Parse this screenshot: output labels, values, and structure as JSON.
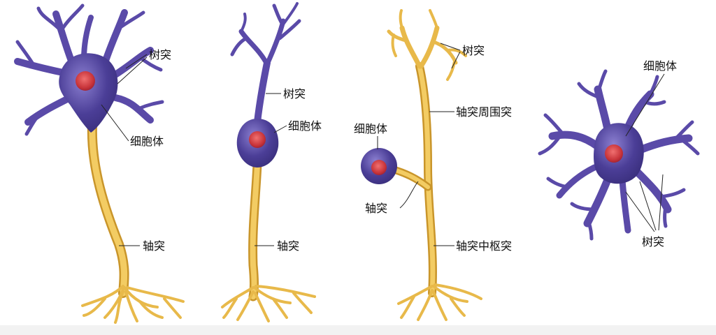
{
  "colors": {
    "cell_body": "#4b3e97",
    "dendrite": "#5a4aa8",
    "axon": "#e8b94a",
    "axon_edge": "#c9952a",
    "nucleus": "#c8343a",
    "leader": "#222222",
    "background": "#ffffff"
  },
  "labels": {
    "n1_dendrite": "树突",
    "n1_soma": "细胞体",
    "n1_axon": "轴突",
    "n2_dendrite": "树突",
    "n2_soma": "细胞体",
    "n2_axon": "轴突",
    "n3_dendrite": "树突",
    "n3_peripheral": "轴突周围突",
    "n3_soma": "细胞体",
    "n3_axon": "轴突",
    "n3_central": "轴突中枢突",
    "n4_soma": "细胞体",
    "n4_dendrite": "树突"
  }
}
